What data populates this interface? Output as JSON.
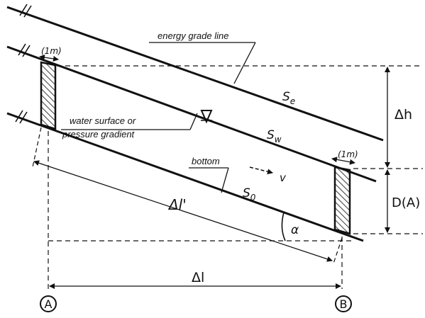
{
  "labels": {
    "energy_grade_line": "energy grade line",
    "water_surface_1": "water surface or",
    "water_surface_2": "pressure gradient",
    "bottom": "bottom",
    "s_e": "S",
    "s_e_sub": "e",
    "s_w": "S",
    "s_w_sub": "w",
    "s_0": "S",
    "s_0_sub": "0",
    "velocity": "v",
    "slice_width_left": "(1m)",
    "slice_width_right": "(1m)",
    "delta_h": "Δh",
    "depth": "D(A)",
    "delta_l_prime": "Δl'",
    "delta_l": "Δl",
    "alpha": "α",
    "point_a": "A",
    "point_b": "B"
  },
  "colors": {
    "line": "#111111",
    "background": "#ffffff"
  }
}
